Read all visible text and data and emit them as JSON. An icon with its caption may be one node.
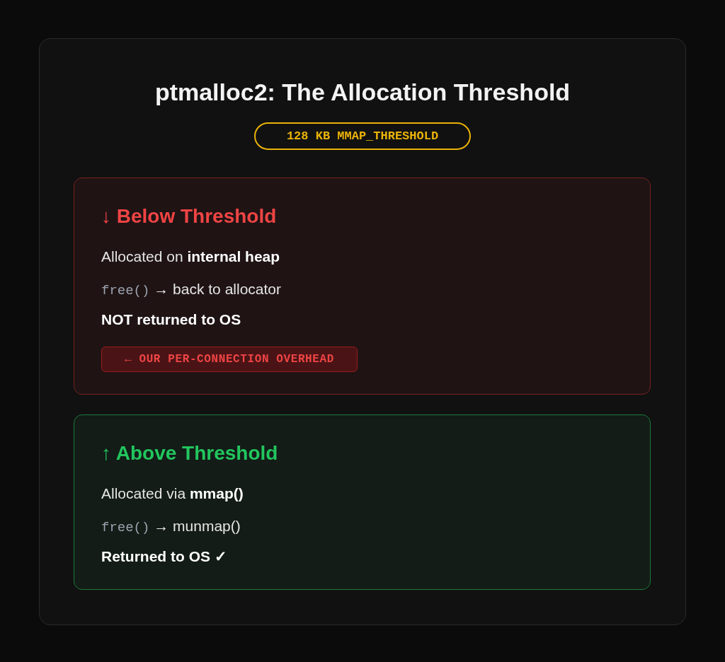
{
  "diagram": {
    "title": "ptmalloc2: The Allocation Threshold",
    "nodes": [
      {
        "text": [
          "128 KB MMAP_THRESHOLD"
        ]
      },
      {
        "text": [
          "↓ Below Threshold",
          "Allocated on **internal heap**",
          "free() → back to allocator",
          "NOT returned to OS"
        ]
      },
      {
        "text": [
          "← OUR PER-CONNECTION OVERHEAD"
        ],
        "in": 1
      },
      {
        "text": [
          "↑ Above Threshold",
          "Allocated via **mmap()**",
          "free() → munmap()",
          "Returned to OS ✓"
        ]
      }
    ],
    "edges": []
  }
}
